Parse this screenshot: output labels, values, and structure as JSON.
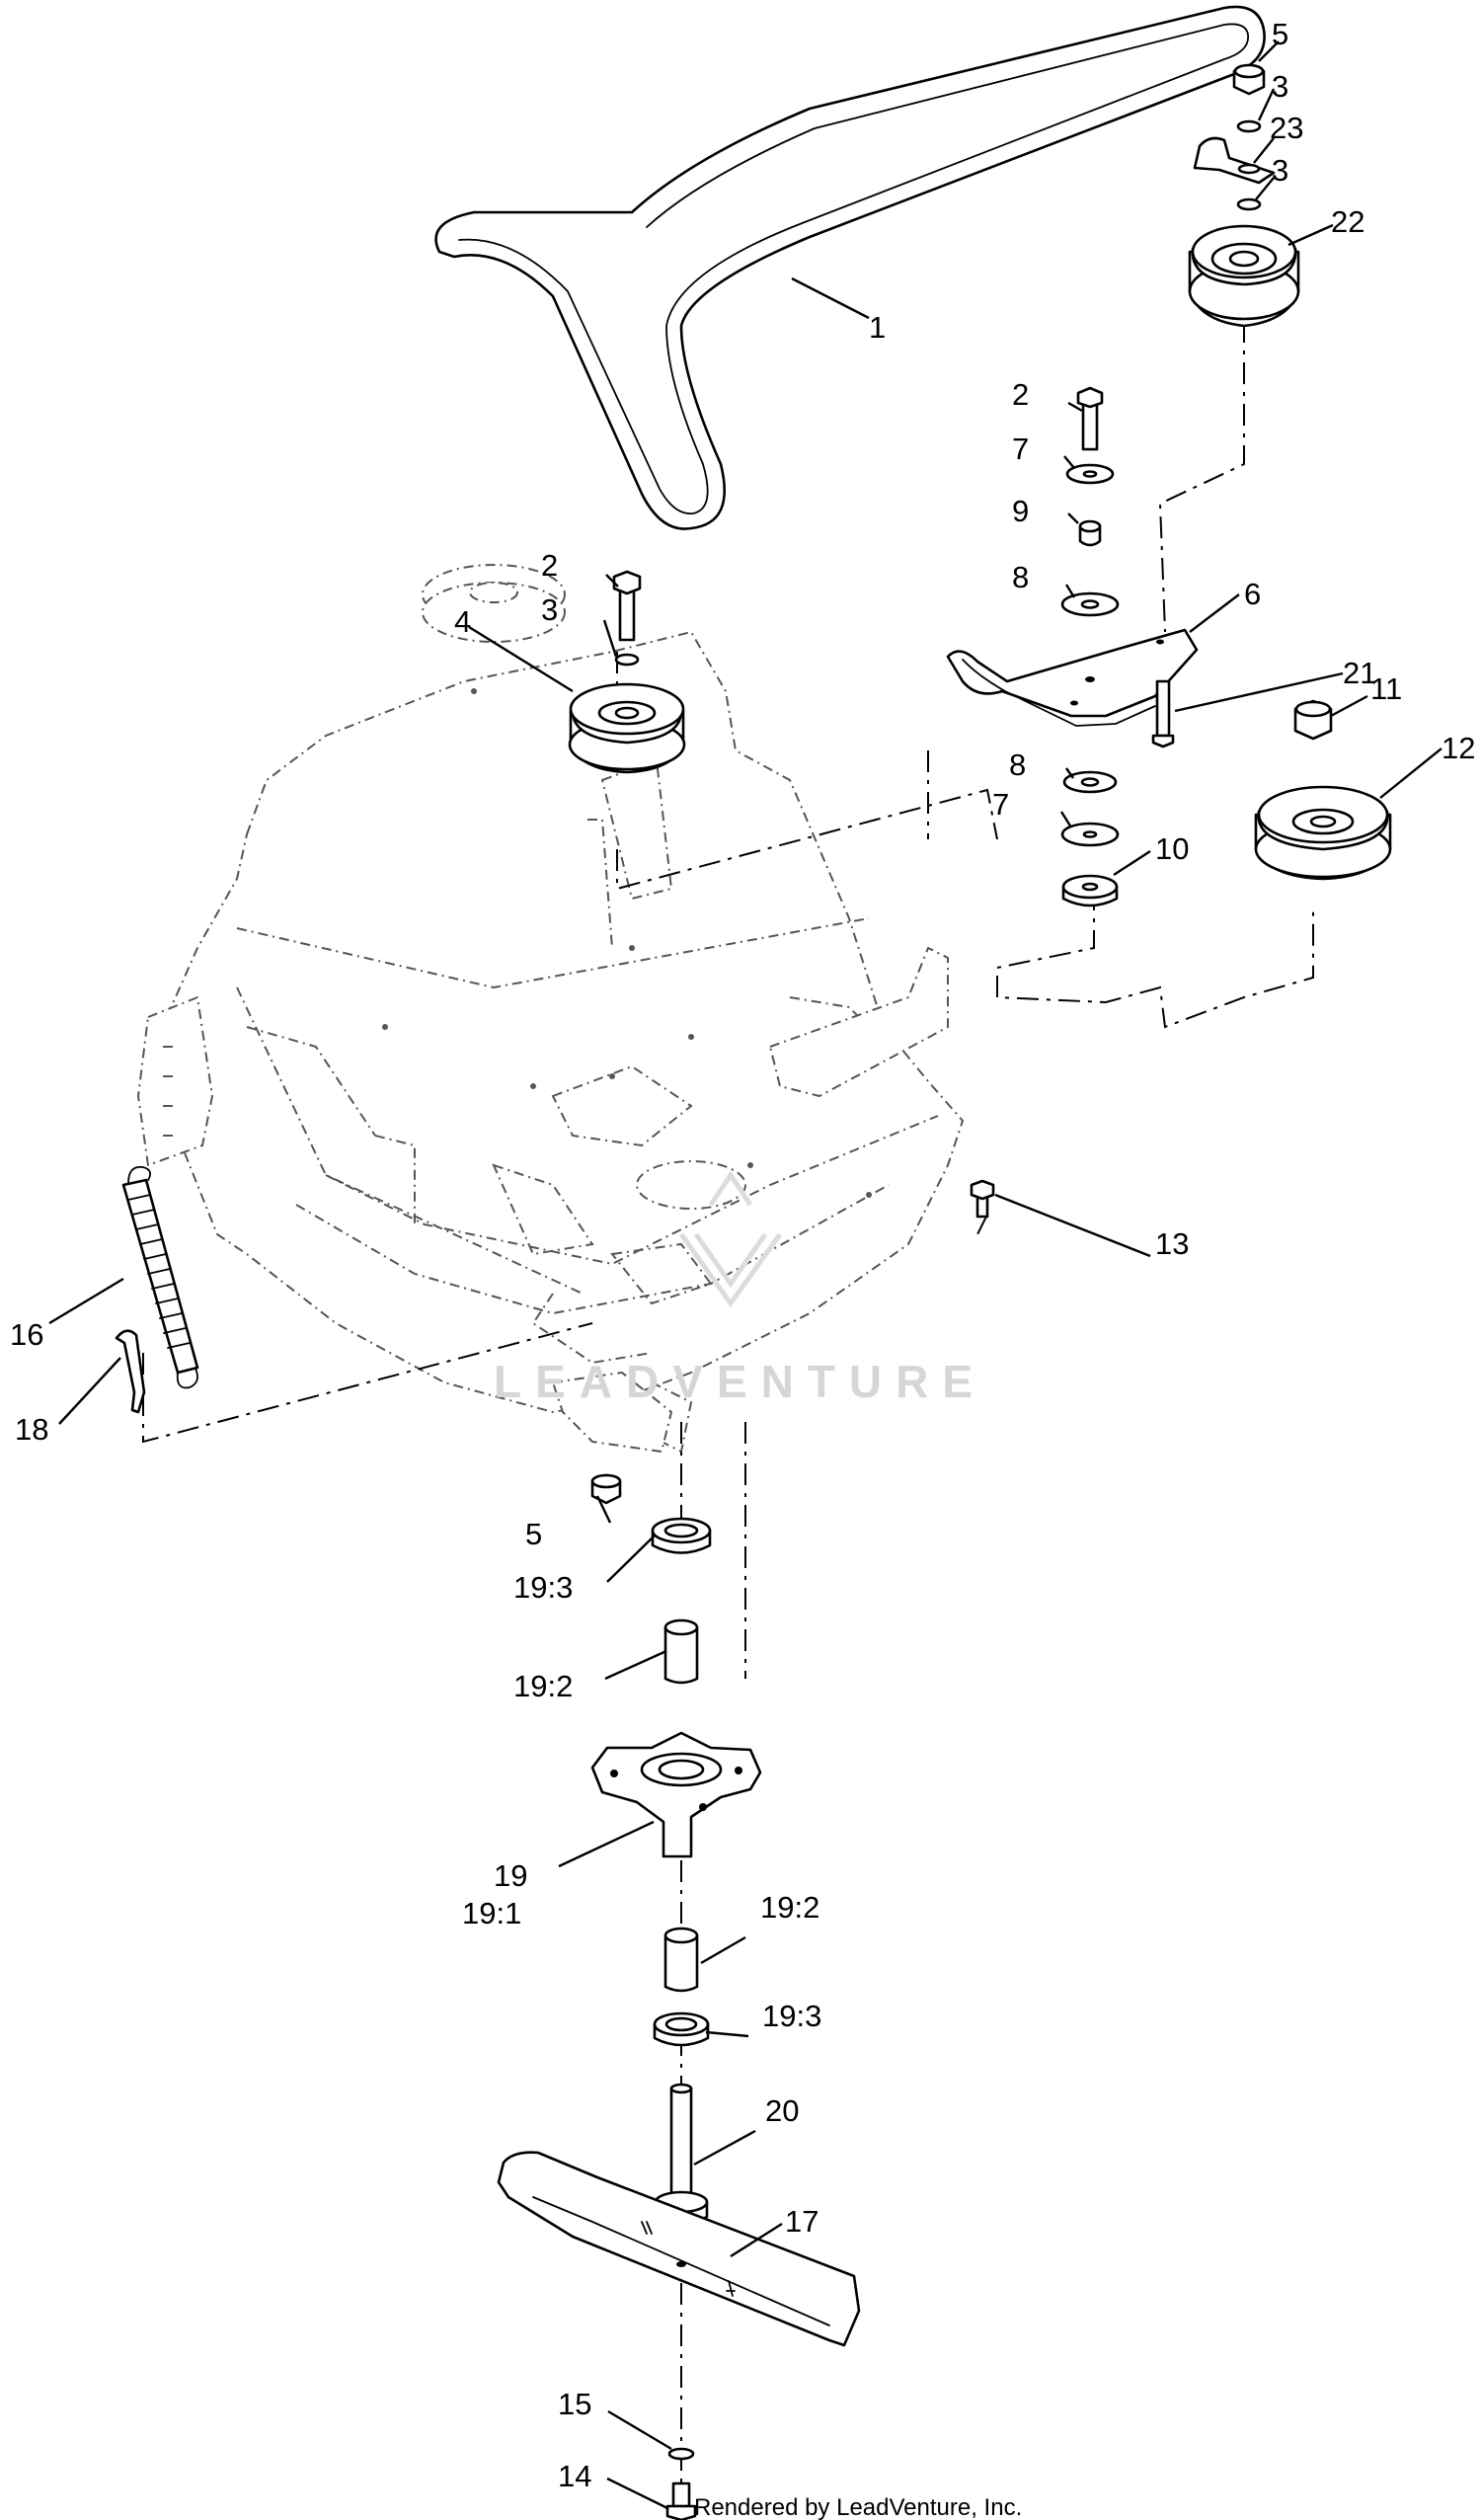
{
  "callouts": {
    "c1": "1",
    "c2a": "2",
    "c2b": "2",
    "c3a": "3",
    "c3b": "3",
    "c3c": "3",
    "c4": "4",
    "c5a": "5",
    "c5b": "5",
    "c6": "6",
    "c7a": "7",
    "c7b": "7",
    "c8a": "8",
    "c8b": "8",
    "c9": "9",
    "c10": "10",
    "c11": "11",
    "c12": "12",
    "c13": "13",
    "c14": "14",
    "c15": "15",
    "c16": "16",
    "c17": "17",
    "c18": "18",
    "c19": "19",
    "c19_1": "19:1",
    "c19_2a": "19:2",
    "c19_2b": "19:2",
    "c19_3a": "19:3",
    "c19_3b": "19:3",
    "c20": "20",
    "c21": "21",
    "c22": "22",
    "c23": "23"
  },
  "watermark": "LEADVENTURE",
  "credit": "Rendered by LeadVenture, Inc.",
  "colors": {
    "line": "#000000",
    "ghost": "#555555",
    "watermark": "#d6d6d6",
    "background": "#ffffff"
  }
}
